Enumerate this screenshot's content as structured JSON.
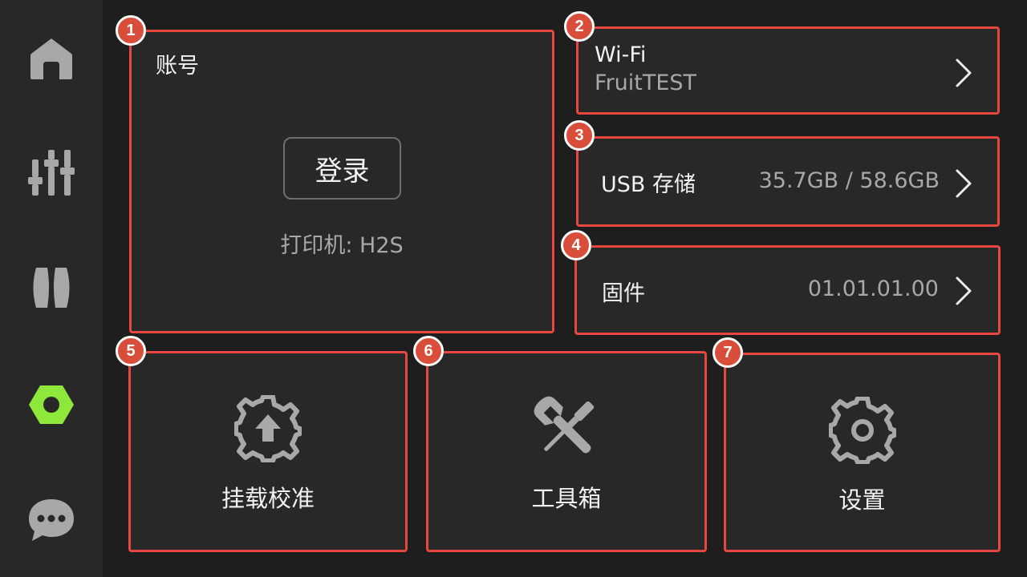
{
  "sidebar": {
    "items": [
      {
        "icon": "home-icon",
        "active": false
      },
      {
        "icon": "sliders-icon",
        "active": false
      },
      {
        "icon": "filament-icon",
        "active": false
      },
      {
        "icon": "hex-nut-icon",
        "active": true
      },
      {
        "icon": "chat-icon",
        "active": false
      }
    ],
    "active_color": "#8ee83a",
    "icon_color": "#a8a8a8"
  },
  "annotations": {
    "border_color": "#e8473f",
    "badge_color": "#d94e3a",
    "badges": [
      "1",
      "2",
      "3",
      "4",
      "5",
      "6",
      "7"
    ]
  },
  "account": {
    "title": "账号",
    "login_label": "登录",
    "printer_label": "打印机: H2S"
  },
  "wifi": {
    "label": "Wi-Fi",
    "network": "FruitTEST"
  },
  "usb": {
    "label": "USB 存储",
    "value": "35.7GB / 58.6GB"
  },
  "firmware": {
    "label": "固件",
    "value": "01.01.01.00"
  },
  "tiles": [
    {
      "label": "挂载校准",
      "icon": "gear-upload-icon"
    },
    {
      "label": "工具箱",
      "icon": "tools-icon"
    },
    {
      "label": "设置",
      "icon": "gear-icon"
    }
  ]
}
